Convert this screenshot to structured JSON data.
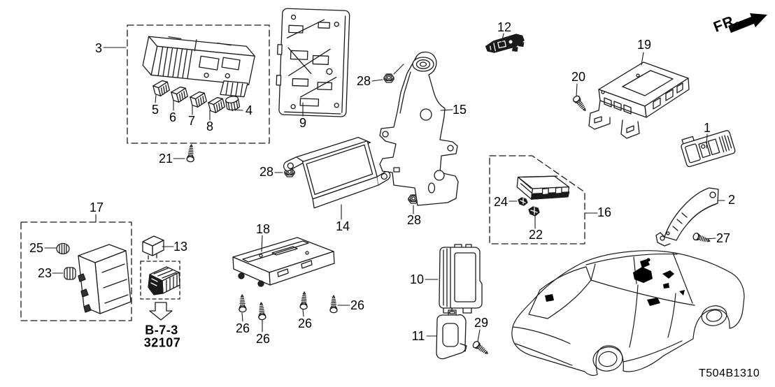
{
  "diagram": {
    "code": "T504B1310",
    "front_marker": "FR.",
    "service_reference": {
      "line1": "B-7-3",
      "line2": "32107"
    }
  },
  "colors": {
    "line": "#1a1a1a",
    "background": "#ffffff"
  },
  "callouts": [
    {
      "num": "1"
    },
    {
      "num": "2"
    },
    {
      "num": "3"
    },
    {
      "num": "4"
    },
    {
      "num": "5"
    },
    {
      "num": "6"
    },
    {
      "num": "7"
    },
    {
      "num": "8"
    },
    {
      "num": "9"
    },
    {
      "num": "10"
    },
    {
      "num": "11"
    },
    {
      "num": "12"
    },
    {
      "num": "13"
    },
    {
      "num": "14"
    },
    {
      "num": "15"
    },
    {
      "num": "16"
    },
    {
      "num": "17"
    },
    {
      "num": "18"
    },
    {
      "num": "19"
    },
    {
      "num": "20"
    },
    {
      "num": "21"
    },
    {
      "num": "22"
    },
    {
      "num": "23"
    },
    {
      "num": "24"
    },
    {
      "num": "25"
    },
    {
      "num": "26"
    },
    {
      "num": "26"
    },
    {
      "num": "26"
    },
    {
      "num": "26"
    },
    {
      "num": "27"
    },
    {
      "num": "28"
    },
    {
      "num": "28"
    },
    {
      "num": "28"
    },
    {
      "num": "29"
    }
  ]
}
